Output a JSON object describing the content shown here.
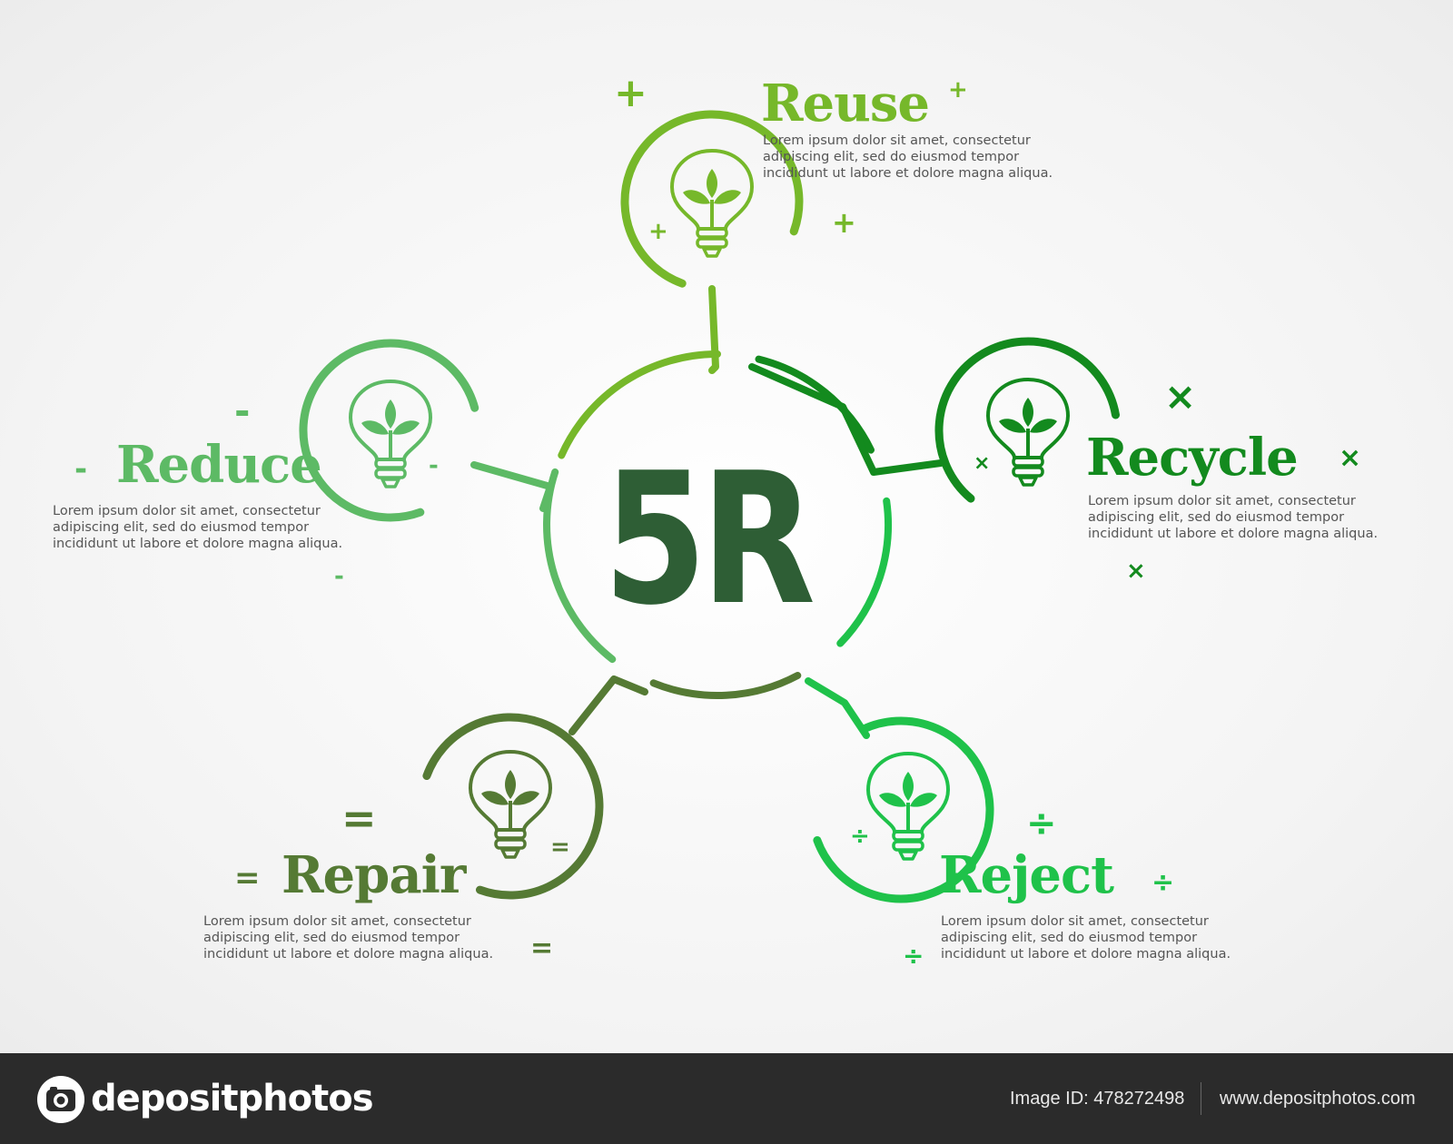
{
  "center": {
    "label": "5R"
  },
  "colors": {
    "reuse": "#76b82a",
    "recycle": "#138a1e",
    "reject": "#1fc24a",
    "repair": "#557a34",
    "reduce": "#5dba65",
    "center_text": "#2e5e35"
  },
  "items": [
    {
      "key": "reuse",
      "title": "Reuse",
      "symbol": "+",
      "desc": [
        "Lorem ipsum dolor sit amet, consectetur",
        "adipiscing elit, sed do eiusmod tempor",
        "incididunt ut labore et dolore magna aliqua."
      ],
      "icon": "lightbulb-plant-icon"
    },
    {
      "key": "recycle",
      "title": "Recycle",
      "symbol": "×",
      "desc": [
        "Lorem ipsum dolor sit amet, consectetur",
        "adipiscing elit, sed do eiusmod tempor",
        "incididunt ut labore et dolore magna aliqua."
      ],
      "icon": "lightbulb-plant-icon"
    },
    {
      "key": "reject",
      "title": "Reject",
      "symbol": "÷",
      "desc": [
        "Lorem ipsum dolor sit amet, consectetur",
        "adipiscing elit, sed do eiusmod tempor",
        "incididunt ut labore et dolore magna aliqua."
      ],
      "icon": "lightbulb-plant-icon"
    },
    {
      "key": "repair",
      "title": "Repair",
      "symbol": "=",
      "desc": [
        "Lorem ipsum dolor sit amet, consectetur",
        "adipiscing elit, sed do eiusmod tempor",
        "incididunt ut labore et dolore magna aliqua."
      ],
      "icon": "lightbulb-plant-icon"
    },
    {
      "key": "reduce",
      "title": "Reduce",
      "symbol": "-",
      "desc": [
        "Lorem ipsum dolor sit amet, consectetur",
        "adipiscing elit, sed do eiusmod tempor",
        "incididunt ut labore et dolore magna aliqua."
      ],
      "icon": "lightbulb-plant-icon"
    }
  ],
  "footer": {
    "brand": "depositphotos",
    "image_id": "Image ID: 478272498",
    "site": "www.depositphotos.com"
  }
}
